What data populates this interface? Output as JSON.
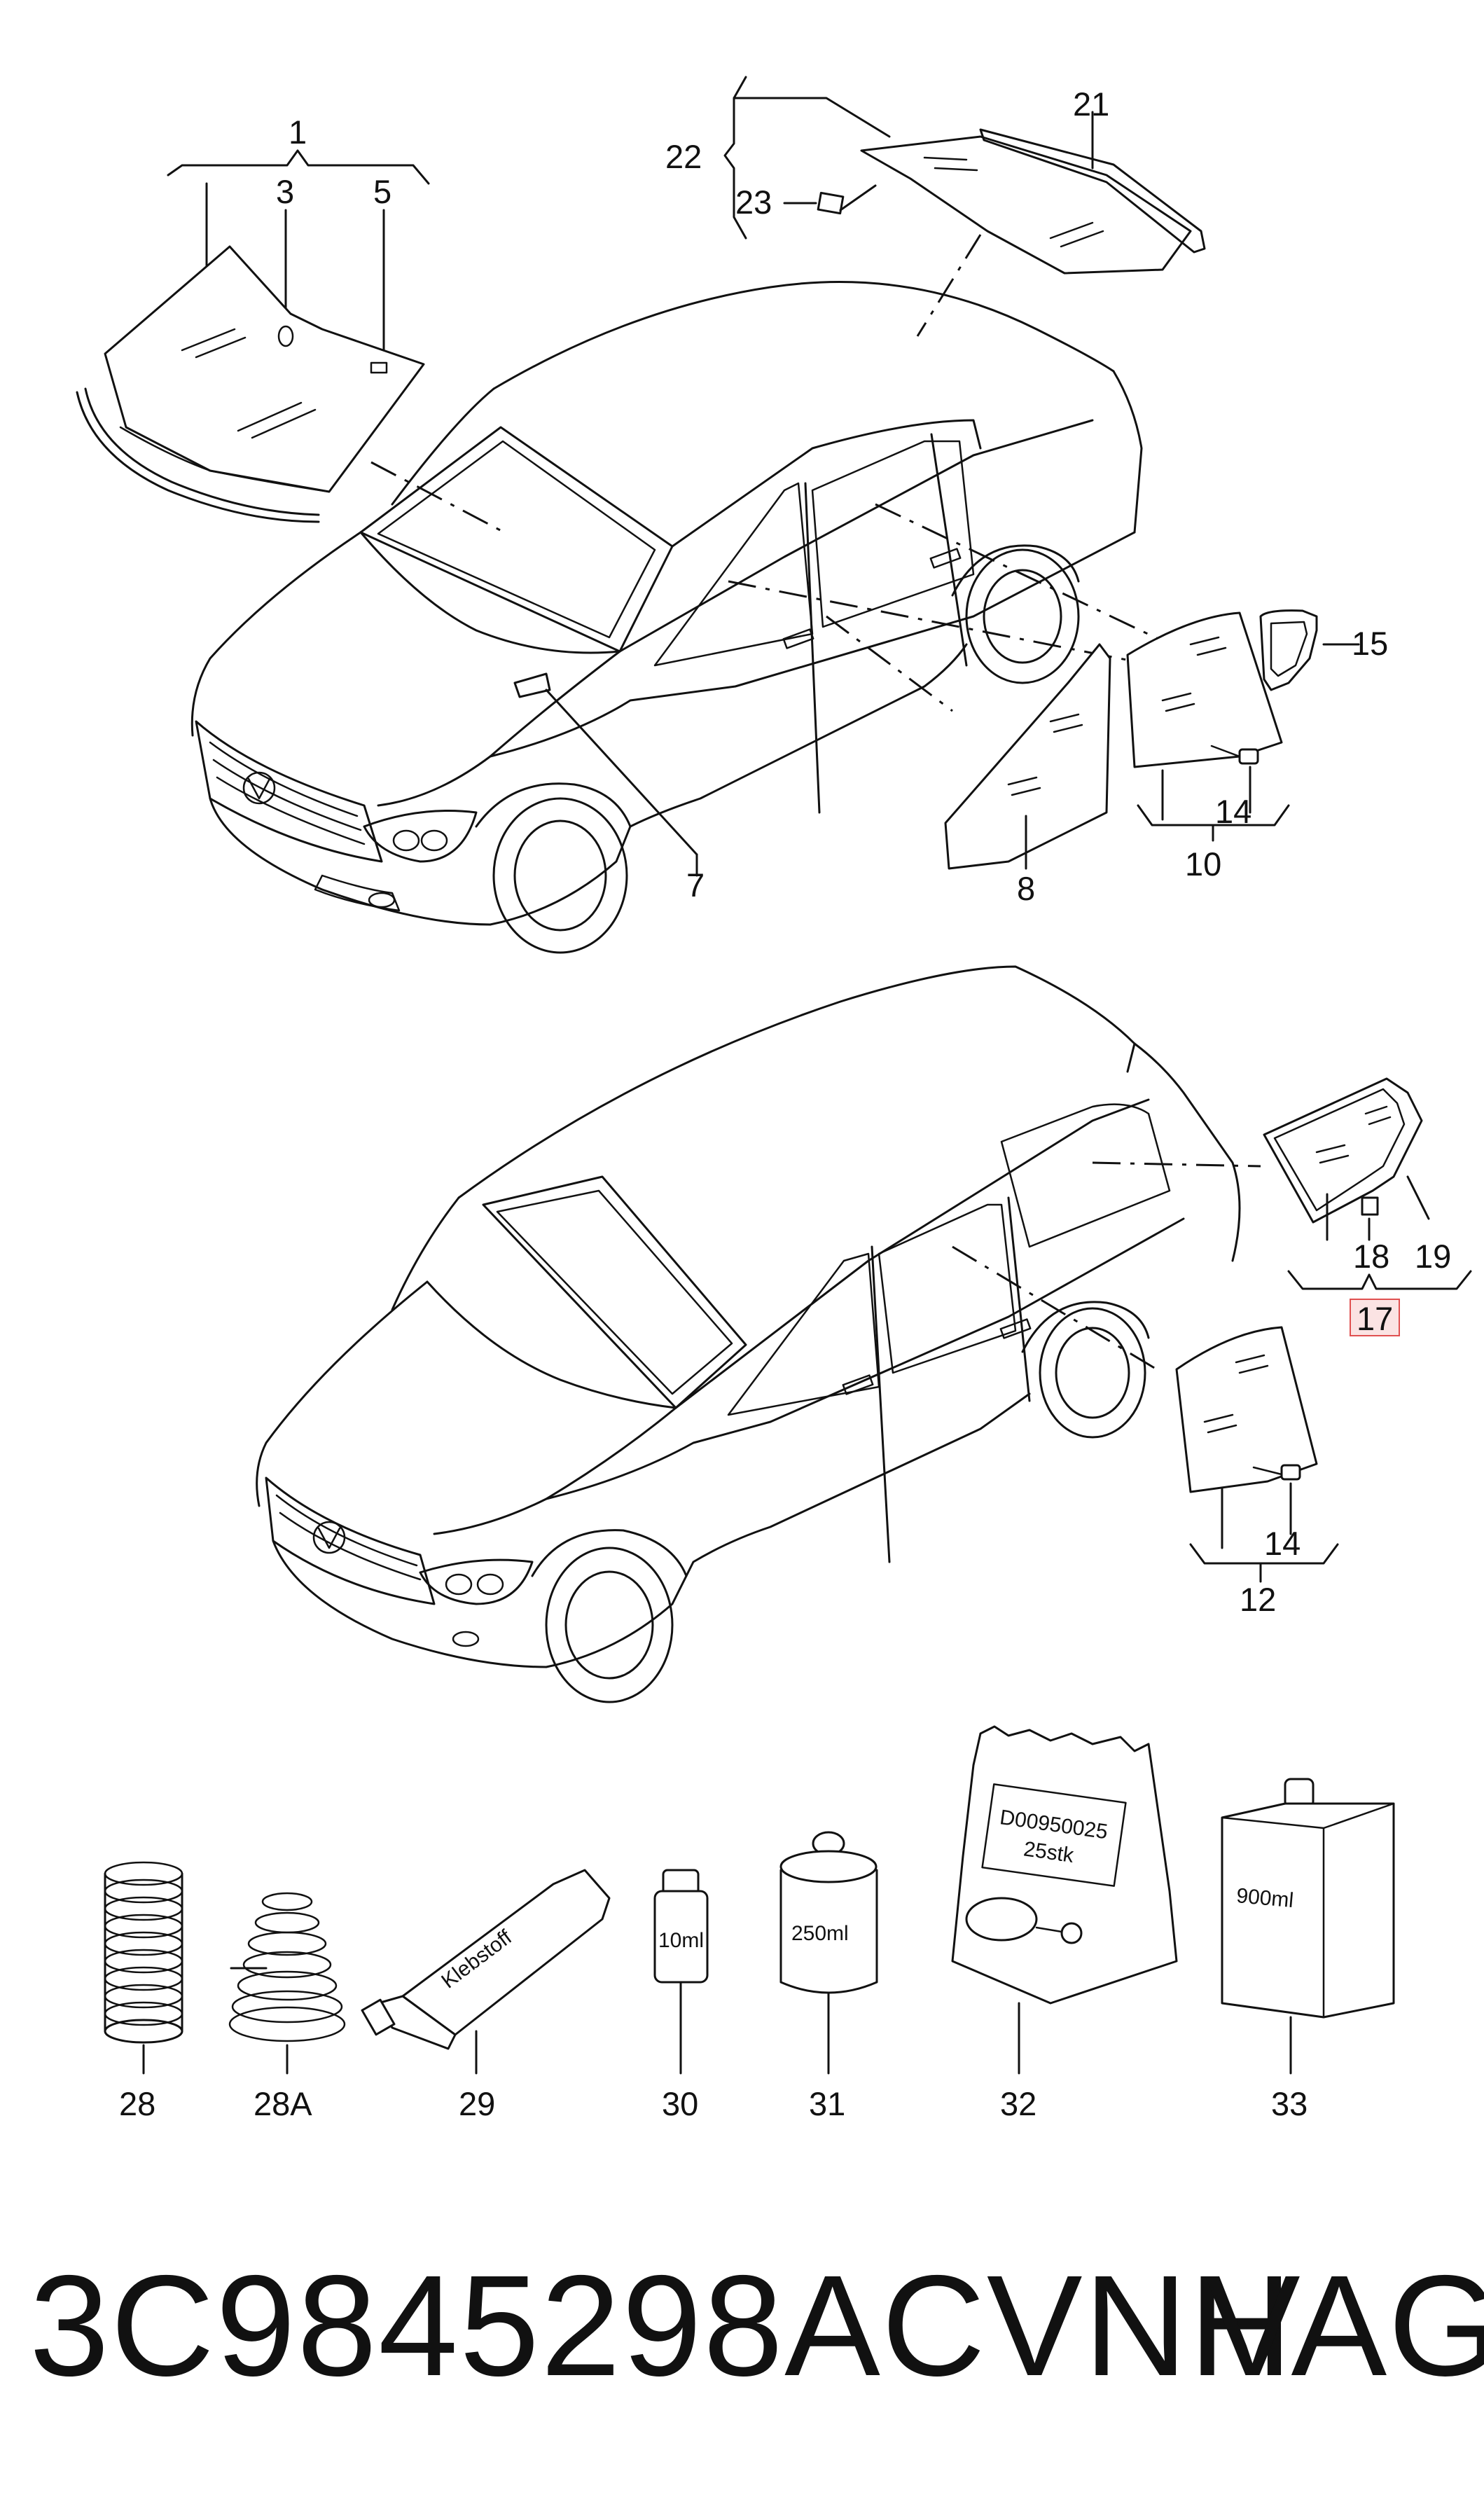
{
  "callouts": {
    "c1": "1",
    "c3": "3",
    "c5": "5",
    "c7": "7",
    "c8": "8",
    "c10": "10",
    "c12": "12",
    "c14a": "14",
    "c14b": "14",
    "c15": "15",
    "c17": "17",
    "c18": "18",
    "c19": "19",
    "c21": "21",
    "c22": "22",
    "c23": "23",
    "c28": "28",
    "c28A": "28A",
    "c29": "29",
    "c30": "30",
    "c31": "31",
    "c32": "32",
    "c33": "33"
  },
  "product_labels": {
    "tube": "Klebstoff",
    "small_bottle": "10ml",
    "can": "250ml",
    "bag_line1": "D00950025",
    "bag_line2": "25stk",
    "canister": "900ml"
  },
  "highlight_color": "#e05050",
  "footer": {
    "part_number": "3C9845298ACVNH",
    "brand": "VAG"
  }
}
